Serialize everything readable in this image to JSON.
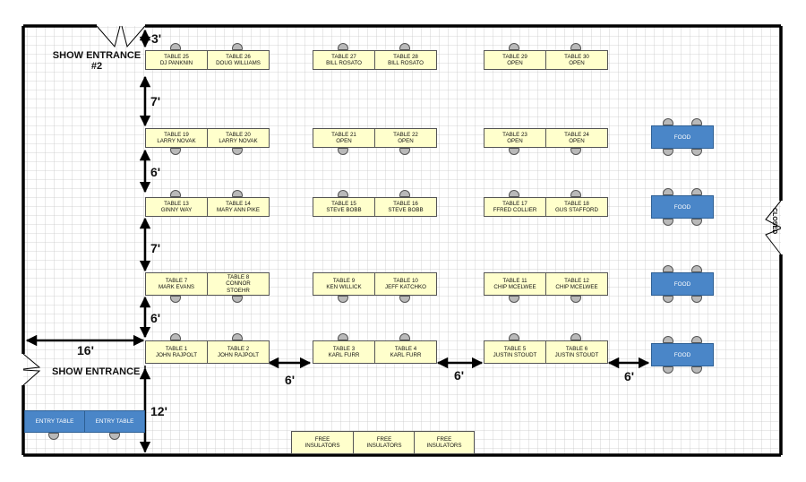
{
  "labels": {
    "show_entrance_2_line1": "SHOW ENTRANCE",
    "show_entrance_2_line2": "#2",
    "show_entrance": "SHOW ENTRANCE",
    "closed": "CLOSED"
  },
  "dimensions": {
    "d_3": "3'",
    "d_7a": "7'",
    "d_6a": "6'",
    "d_7b": "7'",
    "d_6b": "6'",
    "d_16": "16'",
    "d_12": "12'",
    "d_6c": "6'",
    "d_6d": "6'",
    "d_6e": "6'"
  },
  "tables": [
    {
      "table": "TABLE 25",
      "name": "DJ PANKNIN"
    },
    {
      "table": "TABLE 26",
      "name": "DOUG WILLIAMS"
    },
    {
      "table": "TABLE 27",
      "name": "BILL ROSATO"
    },
    {
      "table": "TABLE 28",
      "name": "BILL ROSATO"
    },
    {
      "table": "TABLE 29",
      "name": "OPEN"
    },
    {
      "table": "TABLE 30",
      "name": "OPEN"
    },
    {
      "table": "TABLE 19",
      "name": "LARRY NOVAK"
    },
    {
      "table": "TABLE 20",
      "name": "LARRY NOVAK"
    },
    {
      "table": "TABLE 21",
      "name": "OPEN"
    },
    {
      "table": "TABLE 22",
      "name": "OPEN"
    },
    {
      "table": "TABLE 23",
      "name": "OPEN"
    },
    {
      "table": "TABLE 24",
      "name": "OPEN"
    },
    {
      "table": "TABLE 13",
      "name": "GINNY WAY"
    },
    {
      "table": "TABLE 14",
      "name": "MARY ANN PIKE"
    },
    {
      "table": "TABLE 15",
      "name": "STEVE BOBB"
    },
    {
      "table": "TABLE 16",
      "name": "STEVE BOBB"
    },
    {
      "table": "TABLE 17",
      "name": "FFRED COLLIER"
    },
    {
      "table": "TABLE 18",
      "name": "GUS STAFFORD"
    },
    {
      "table": "TABLE 7",
      "name": "MARK EVANS"
    },
    {
      "table": "TABLE 8",
      "name": "CONNOR STOEHR"
    },
    {
      "table": "TABLE 9",
      "name": "KEN WILLICK"
    },
    {
      "table": "TABLE 10",
      "name": "JEFF KATCHKO"
    },
    {
      "table": "TABLE 11",
      "name": "CHIP MCELWEE"
    },
    {
      "table": "TABLE 12",
      "name": "CHIP MCELWEE"
    },
    {
      "table": "TABLE 1",
      "name": "JOHN RAJPOLT"
    },
    {
      "table": "TABLE 2",
      "name": "JOHN RAJPOLT"
    },
    {
      "table": "TABLE 3",
      "name": "KARL FURR"
    },
    {
      "table": "TABLE 4",
      "name": "KARL FURR"
    },
    {
      "table": "TABLE 5",
      "name": "JUSTIN STOUDT"
    },
    {
      "table": "TABLE 6",
      "name": "JUSTIN STOUDT"
    }
  ],
  "food": [
    "FOOD",
    "FOOD",
    "FOOD",
    "FOOD"
  ],
  "entry": [
    "ENTRY TABLE",
    "ENTRY TABLE"
  ],
  "free": [
    {
      "line1": "FREE",
      "line2": "INSULATORS"
    },
    {
      "line1": "FREE",
      "line2": "INSULATORS"
    },
    {
      "line1": "FREE",
      "line2": "INSULATORS"
    }
  ],
  "colors": {
    "table_fill": "#ffffcc",
    "food_fill": "#4a86c8",
    "grid_line": "#c8c8c8",
    "wall": "#000000"
  }
}
